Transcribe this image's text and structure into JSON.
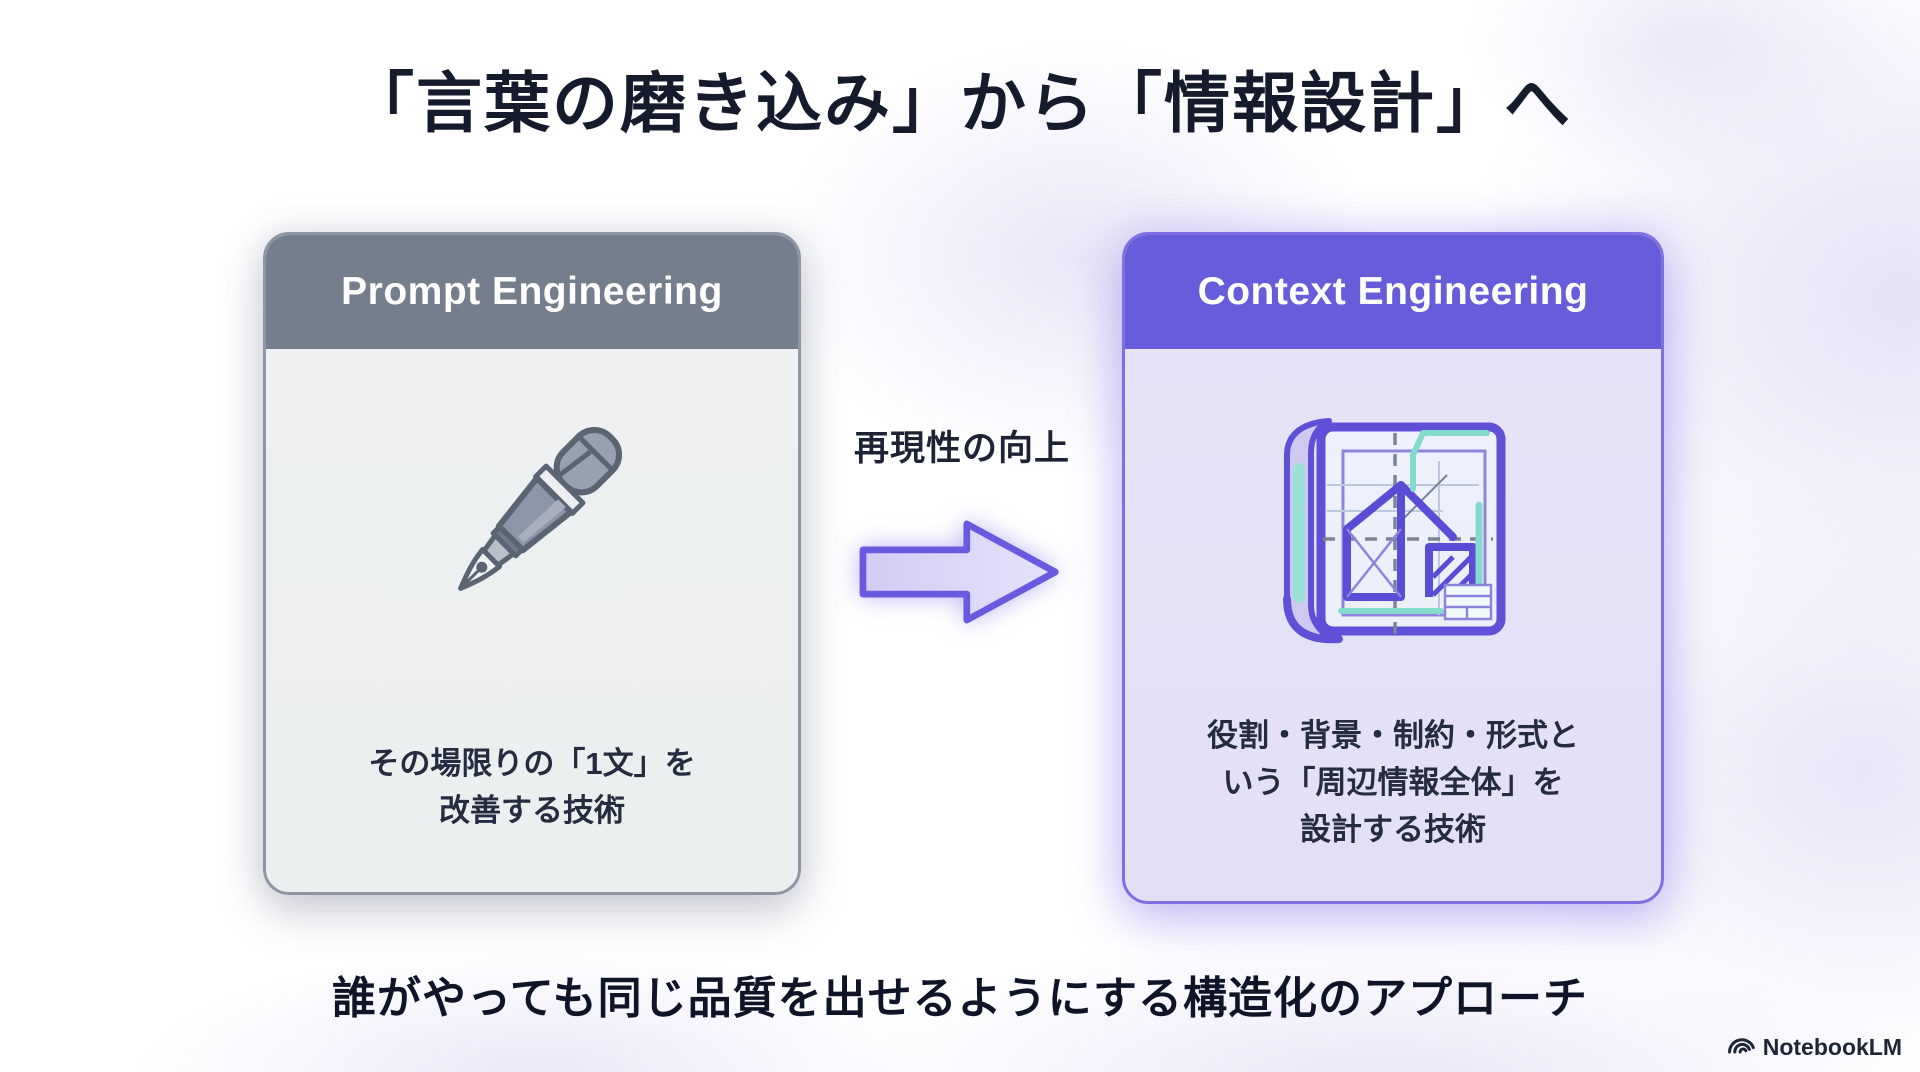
{
  "title": "「言葉の磨き込み」から「情報設計」へ",
  "cards": {
    "left": {
      "header": "Prompt Engineering",
      "icon": "fountain-pen-icon",
      "body_lines": [
        "その場限りの「1文」を",
        "改善する技術"
      ],
      "colors": {
        "header_bg": "#747E8D",
        "body_bg": "#EEF0F2",
        "border": "#8E96A3"
      }
    },
    "right": {
      "header": "Context Engineering",
      "icon": "blueprint-icon",
      "body_lines": [
        "役割・背景・制約・形式と",
        "いう「周辺情報全体」を",
        "設計する技術"
      ],
      "colors": {
        "header_bg": "#675CD9",
        "body_bg": "#E6E3F7",
        "border": "#7E70E2"
      }
    }
  },
  "arrow": {
    "label": "再現性の向上",
    "direction": "right",
    "stroke": "#6A5AE0",
    "fill": "#DCD6F7"
  },
  "footer": "誰がやっても同じ品質を出せるようにする構造化のアプローチ",
  "brand": {
    "name": "NotebookLM",
    "icon": "notebooklm-logo-icon"
  },
  "colors": {
    "background": "#FFFFFF",
    "background_tint": "#E7E4F5",
    "title_text": "#151A2D",
    "body_text": "#262C3F",
    "accent_purple": "#675CD9",
    "accent_teal": "#85DACE"
  }
}
